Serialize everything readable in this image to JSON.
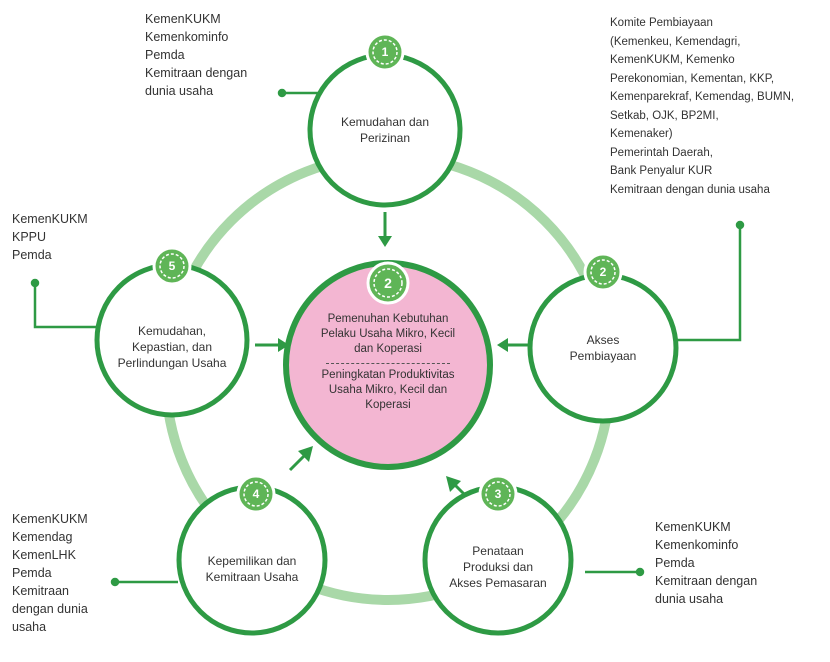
{
  "center": {
    "number": "2",
    "line1": "Pemenuhan Kebutuhan Pelaku Usaha Mikro, Kecil dan Koperasi",
    "line2": "Peningkatan Produktivitas Usaha Mikro, Kecil dan Koperasi"
  },
  "nodes": [
    {
      "number": "1",
      "label": "Kemudahan dan Perizinan"
    },
    {
      "number": "2",
      "label": "Akses Pembiayaan"
    },
    {
      "number": "3",
      "label": "Penataan Produksi dan Akses Pemasaran"
    },
    {
      "number": "4",
      "label": "Kepemilikan dan Kemitraan Usaha"
    },
    {
      "number": "5",
      "label": "Kemudahan, Kepastian, dan Perlindungan Usaha"
    }
  ],
  "stakeholders": {
    "top": [
      "KemenKUKM",
      "Kemenkominfo",
      "Pemda",
      "Kemitraan dengan",
      "dunia usaha"
    ],
    "right": [
      "Komite Pembiayaan",
      "(Kemenkeu, Kemendagri,",
      "KemenKUKM, Kemenko",
      "Perekonomian, Kementan, KKP,",
      "Kemenparekraf, Kemendag, BUMN,",
      "Setkab, OJK, BP2MI,",
      "Kemenaker)",
      "Pemerintah Daerah,",
      "Bank Penyalur KUR",
      "Kemitraan dengan dunia usaha"
    ],
    "left": [
      "KemenKUKM",
      "KPPU",
      "Pemda"
    ],
    "bottom_left": [
      "KemenKUKM",
      "Kemendag",
      "KemenLHK",
      "Pemda",
      "Kemitraan",
      "dengan dunia",
      "usaha"
    ],
    "bottom_right": [
      "KemenKUKM",
      "Kemenkominfo",
      "Pemda",
      "Kemitraan dengan",
      "dunia usaha"
    ]
  },
  "colors": {
    "green_dark": "#2e9a44",
    "green_ring": "#a9d8a8",
    "pink_fill": "#f3b6d2",
    "badge_fill": "#5fb557"
  }
}
